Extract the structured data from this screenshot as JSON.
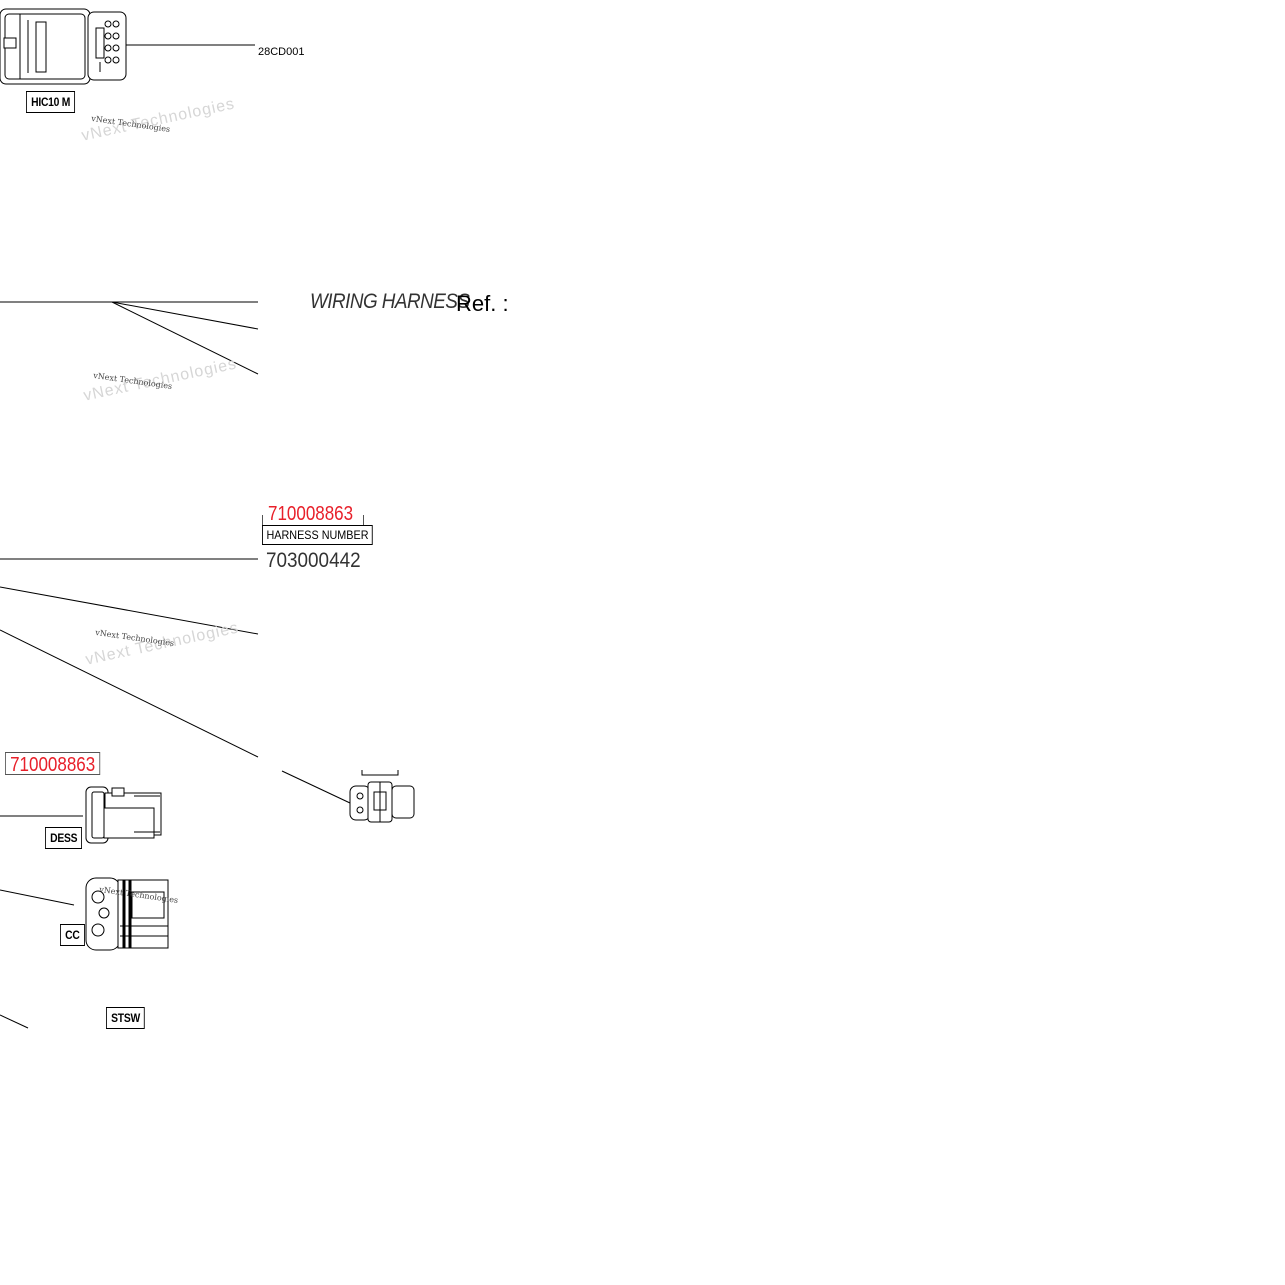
{
  "diagram": {
    "title_text": "WIRING HARNESS",
    "ref_text": "Ref. :",
    "harness_number_label": "HARNESS NUMBER",
    "harness_number_value": "703000442",
    "harness_partial_value": "710008863",
    "part_number_tag": "710008863",
    "connector_part": "28CD001",
    "watermark": "vNext Technologies"
  },
  "connectors": {
    "hic10m": "HIC10  M",
    "dess": "DESS",
    "cc": "CC",
    "stsw": "STSW"
  },
  "colors": {
    "line": "#000000",
    "accent_red": "#e8202a",
    "watermark_ghost": "#d6d6d6"
  }
}
